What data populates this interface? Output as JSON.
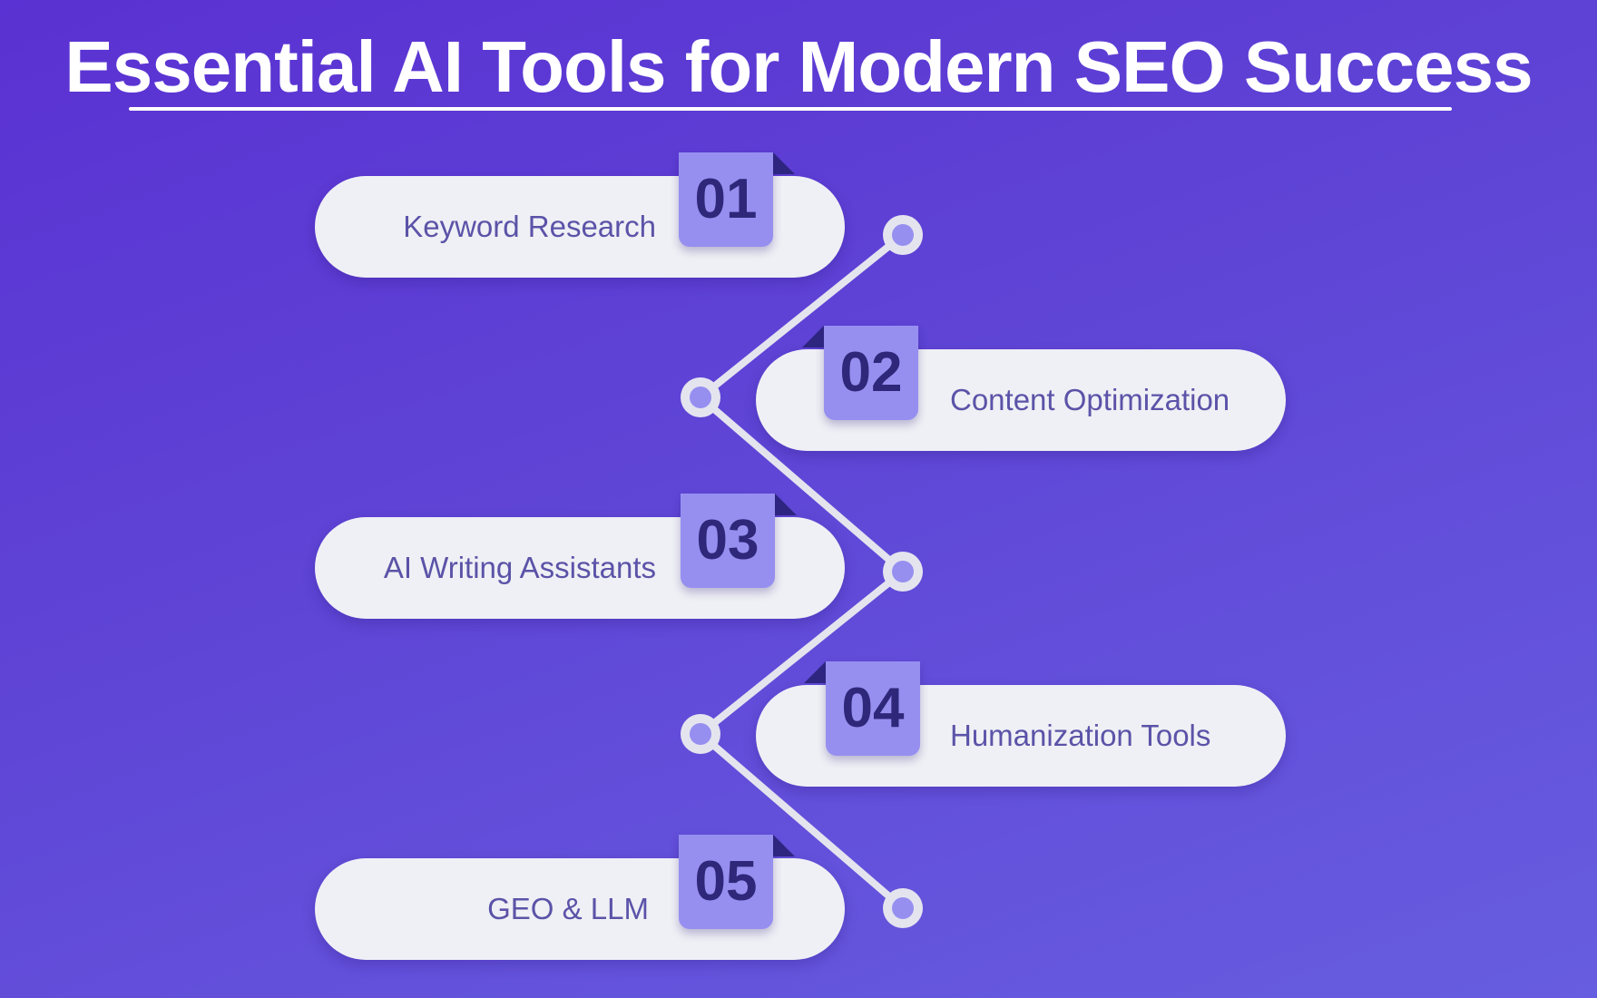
{
  "title": "Essential AI Tools for Modern SEO Success",
  "colors": {
    "background_start": "#5a31d2",
    "background_end": "#675de0",
    "pill": "#eff0f5",
    "label_text": "#5b53a8",
    "badge": "#968ff0",
    "badge_text": "#2f2779",
    "connector": "#e4e4ef",
    "node_inner": "#968ff0"
  },
  "steps": [
    {
      "number": "01",
      "label": "Keyword Research"
    },
    {
      "number": "02",
      "label": "Content Optimization"
    },
    {
      "number": "03",
      "label": "AI Writing Assistants"
    },
    {
      "number": "04",
      "label": "Humanization Tools"
    },
    {
      "number": "05",
      "label": "GEO & LLM"
    }
  ]
}
